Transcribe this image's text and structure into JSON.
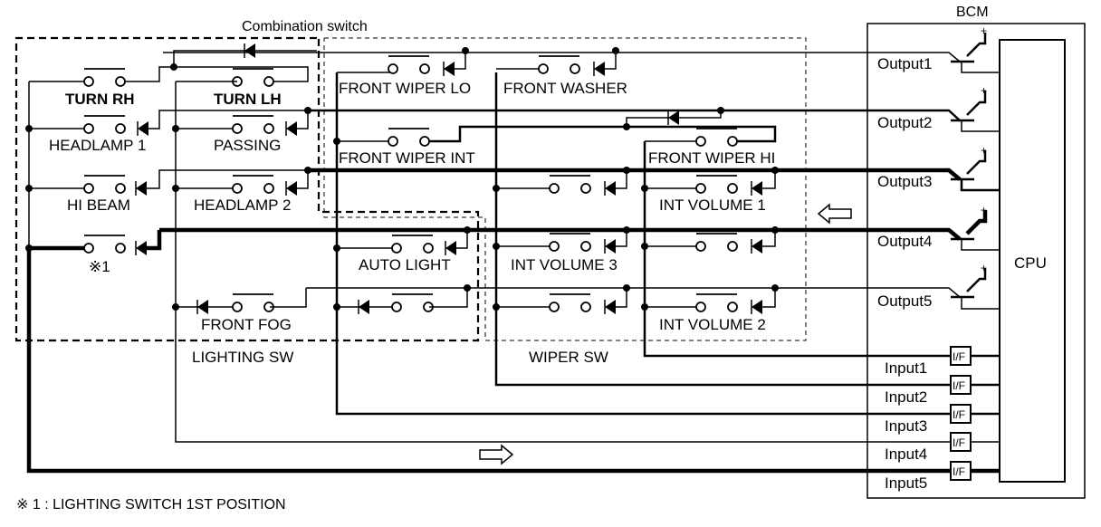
{
  "title": "Combination switch",
  "bcm": {
    "label": "BCM",
    "cpu_label": "CPU",
    "outputs": [
      "Output1",
      "Output2",
      "Output3",
      "Output4",
      "Output5"
    ],
    "inputs": [
      "Input1",
      "Input2",
      "Input3",
      "Input4",
      "Input5"
    ],
    "interface_label": "I/F"
  },
  "groups": {
    "lighting": "LIGHTING SW",
    "wiper": "WIPER SW"
  },
  "switches": {
    "turn_rh": "TURN RH",
    "turn_lh": "TURN LH",
    "headlamp1": "HEADLAMP 1",
    "passing": "PASSING",
    "hi_beam": "HI BEAM",
    "headlamp2": "HEADLAMP 2",
    "note1": "※1",
    "front_fog": "FRONT FOG",
    "auto_light": "AUTO LIGHT",
    "front_wiper_lo": "FRONT WIPER LO",
    "front_washer": "FRONT WASHER",
    "front_wiper_int": "FRONT WIPER INT",
    "front_wiper_hi": "FRONT WIPER HI",
    "int_volume_1": "INT VOLUME 1",
    "int_volume_3": "INT VOLUME 3",
    "int_volume_2": "INT VOLUME 2"
  },
  "footnote": "※ 1 : LIGHTING SWITCH 1ST POSITION",
  "arrows": {
    "output_direction": "left-arrow",
    "input_direction": "right-arrow"
  }
}
